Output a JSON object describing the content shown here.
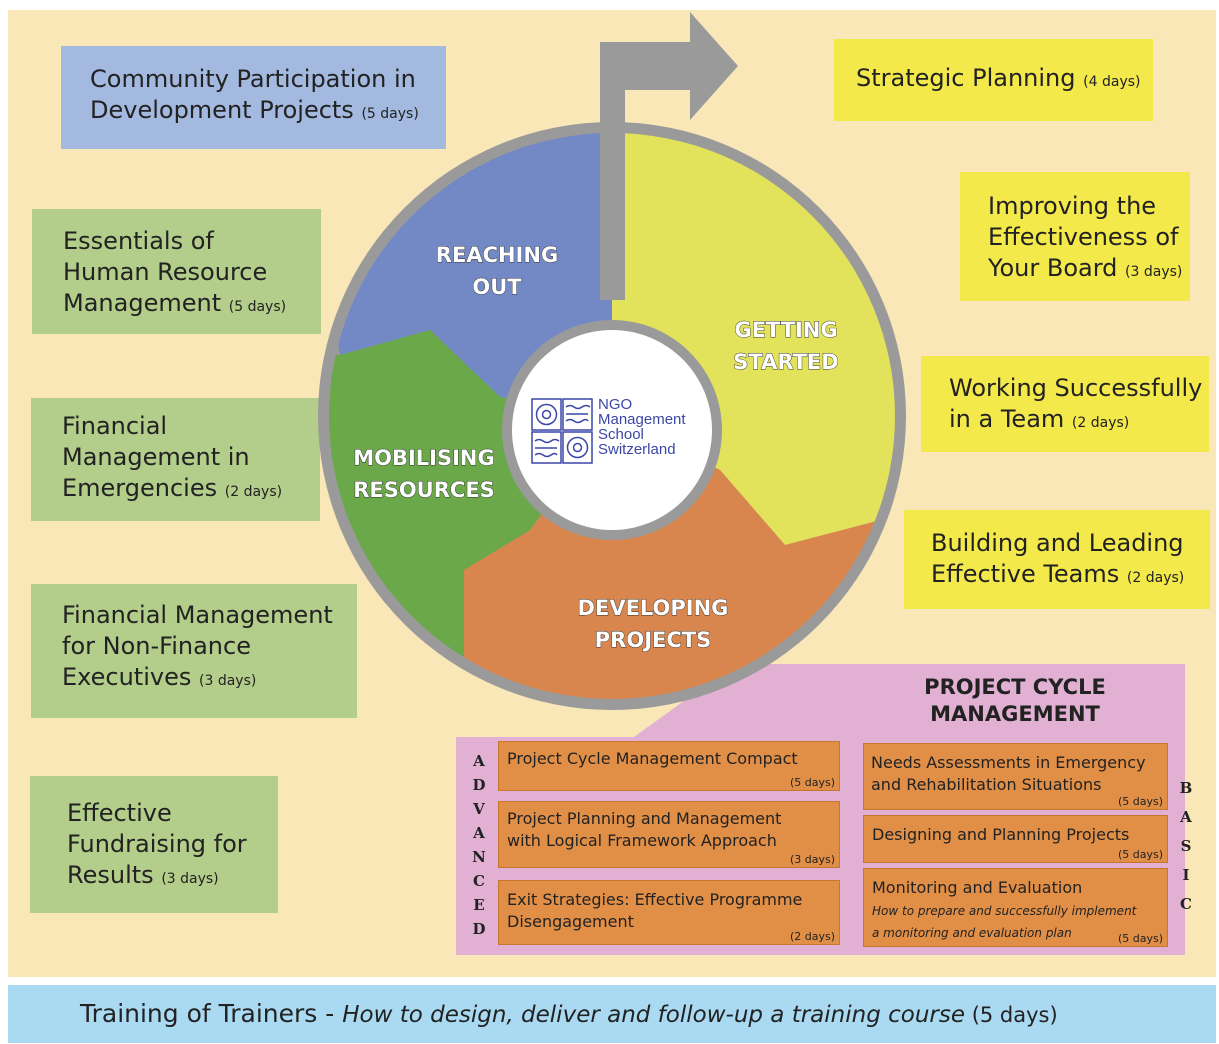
{
  "left_courses": [
    {
      "title_lines": [
        "Community Participation in",
        "Development Projects"
      ],
      "days": "(5 days)"
    },
    {
      "title_lines": [
        "Essentials of",
        "Human Resource",
        "Management"
      ],
      "days": "(5 days)"
    },
    {
      "title_lines": [
        "Financial",
        "Management in",
        "Emergencies"
      ],
      "days": "(2 days)"
    },
    {
      "title_lines": [
        "Financial Management",
        "for Non-Finance",
        "Executives"
      ],
      "days": "(3 days)"
    },
    {
      "title_lines": [
        "Effective",
        "Fundraising for",
        "Results"
      ],
      "days": "(3 days)"
    }
  ],
  "right_courses": [
    {
      "title_lines": [
        "Strategic Planning"
      ],
      "days": "(4 days)"
    },
    {
      "title_lines": [
        "Improving the",
        "Effectiveness of",
        "Your Board"
      ],
      "days": "(3 days)"
    },
    {
      "title_lines": [
        "Working Successfully",
        "in a Team"
      ],
      "days": "(2 days)"
    },
    {
      "title_lines": [
        "Building and Leading",
        "Effective Teams"
      ],
      "days": "(2 days)"
    }
  ],
  "wheel": {
    "segments": [
      {
        "lines": [
          "REACHING",
          "OUT"
        ],
        "color": "#7289c6"
      },
      {
        "lines": [
          "GETTING",
          "STARTED"
        ],
        "color": "#e3e35b"
      },
      {
        "lines": [
          "DEVELOPING",
          "PROJECTS"
        ],
        "color": "#d8864d"
      },
      {
        "lines": [
          "MOBILISING",
          "RESOURCES"
        ],
        "color": "#6aa84a"
      }
    ],
    "ring_color": "#9a9a9a"
  },
  "logo": {
    "lines": [
      "NGO",
      "Management",
      "School",
      "Switzerland"
    ],
    "color": "#3a47a8"
  },
  "pcm": {
    "title_lines": [
      "PROJECT CYCLE",
      "MANAGEMENT"
    ],
    "advanced_letters": [
      "A",
      "D",
      "V",
      "A",
      "N",
      "C",
      "E",
      "D"
    ],
    "basic_letters": [
      "B",
      "A",
      "S",
      "I",
      "C"
    ],
    "advanced": [
      {
        "title_lines": [
          "Project Cycle Management Compact"
        ],
        "days": "(5 days)"
      },
      {
        "title_lines": [
          "Project Planning and Management",
          "with Logical Framework Approach"
        ],
        "days": "(3 days)"
      },
      {
        "title_lines": [
          "Exit Strategies: Effective Programme",
          "Disengagement"
        ],
        "days": "(2 days)"
      }
    ],
    "basic": [
      {
        "title_lines": [
          "Needs Assessments in Emergency",
          "and Rehabilitation Situations"
        ],
        "days": "(5 days)"
      },
      {
        "title_lines": [
          "Designing and Planning Projects"
        ],
        "days": "(5 days)"
      },
      {
        "title_lines": [
          "Monitoring and Evaluation"
        ],
        "subtitle_lines": [
          "How to prepare and successfully implement",
          "a monitoring and evaluation plan"
        ],
        "days": "(5 days)"
      }
    ]
  },
  "bottom": {
    "title": "Training of Trainers - ",
    "subtitle": "How to design, deliver and follow-up a training course",
    "days": " (5 days)"
  },
  "colors": {
    "background": "#f9e7b8",
    "blue_box": "#a3b9df",
    "green_box": "#b3cd8a",
    "yellow_box": "#f3e94b",
    "pcm_panel": "#e1b0d2",
    "course_box": "#e18f47",
    "bottom_bar": "#a9daf2"
  }
}
